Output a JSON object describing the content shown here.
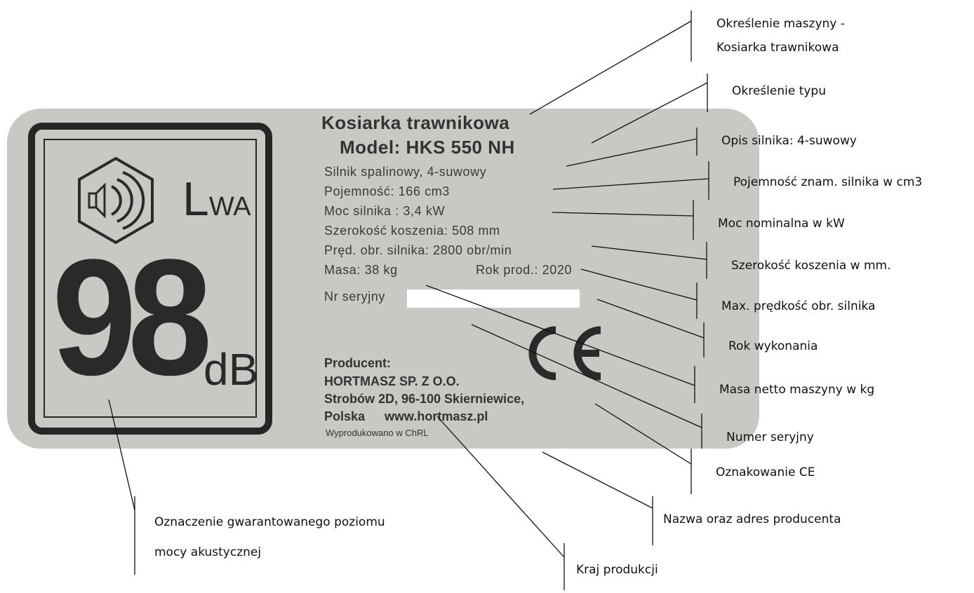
{
  "plate": {
    "lwa_main": "L",
    "lwa_sub": "WA",
    "db_value": "98",
    "db_unit": "dB",
    "title": "Kosiarka trawnikowa",
    "model": "Model: HKS 550 NH",
    "engine": "Silnik spalinowy, 4-suwowy",
    "capacity": "Pojemność: 166 cm3",
    "power": "Moc silnika : 3,4 kW",
    "width": "Szerokość koszenia: 508 mm",
    "speed": "Pręd. obr. silnika: 2800 obr/min",
    "mass": "Masa: 38 kg",
    "year": "Rok prod.: 2020",
    "serial_label": "Nr seryjny",
    "producer_heading": "Producent:",
    "producer_name": "HORTMASZ SP. Z O.O.",
    "producer_address": "Strobów 2D, 96-100 Skierniewice,",
    "producer_country": "Polska",
    "producer_web": "www.hortmasz.pl",
    "made_in": "Wyprodukowano w ChRL",
    "ce_mark": "CE"
  },
  "labels": {
    "machine_line1": "Określenie maszyny -",
    "machine_line2": "Kosiarka trawnikowa",
    "type": "Określenie typu",
    "engine": "Opis silnika: 4-suwowy",
    "capacity": "Pojemność znam. silnika w cm3",
    "power": "Moc nominalna w kW",
    "width": "Szerokość koszenia w mm.",
    "speed": "Max. prędkość obr. silnika",
    "year": "Rok wykonania",
    "mass": "Masa netto maszyny w kg",
    "serial": "Numer seryjny",
    "ce": "Oznakowanie CE",
    "producer": "Nazwa oraz adres producenta",
    "noise_line1": "Oznaczenie gwarantowanego poziomu",
    "noise_line2": "mocy akustycznej",
    "country": "Kraj produkcji"
  }
}
